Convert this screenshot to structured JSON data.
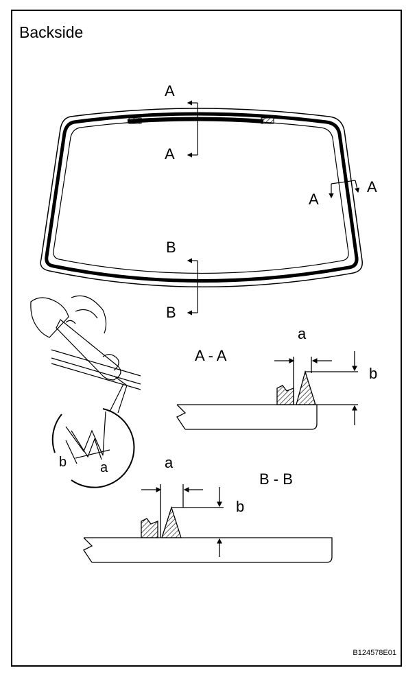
{
  "title": "Backside",
  "figure_code": "B124578E01",
  "labels": {
    "cut_a": "A",
    "cut_b": "B",
    "section_aa": "A - A",
    "section_bb": "B - B",
    "dim_a": "a",
    "dim_b": "b"
  }
}
